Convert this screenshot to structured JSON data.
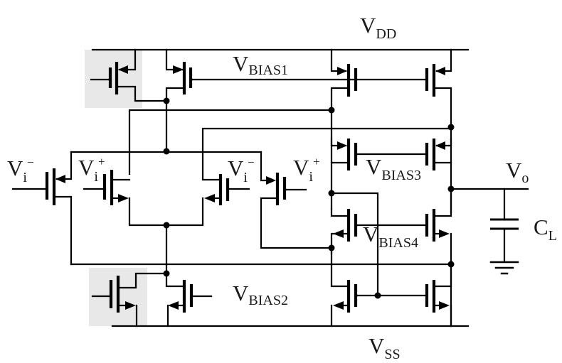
{
  "diagram": {
    "type": "circuit-schematic",
    "title": "Folded-cascode op-amp with complementary input pairs",
    "colors": {
      "line": "#000000",
      "shade": "#e8e8e8",
      "background": "#ffffff"
    },
    "labels": {
      "vdd": {
        "main": "V",
        "sub": "DD"
      },
      "vss": {
        "main": "V",
        "sub": "SS"
      },
      "vbias1": {
        "main": "V",
        "sub": "BIAS1"
      },
      "vbias2": {
        "main": "V",
        "sub": "BIAS2"
      },
      "vbias3": {
        "main": "V",
        "sub": "BIAS3"
      },
      "vbias4": {
        "main": "V",
        "sub": "BIAS4"
      },
      "vin_minus_left": {
        "main": "V",
        "sub": "i",
        "sup": "−"
      },
      "vin_plus_left": {
        "main": "V",
        "sub": "i",
        "sup": "+"
      },
      "vin_minus_right": {
        "main": "V",
        "sub": "i",
        "sup": "−"
      },
      "vin_plus_right": {
        "main": "V",
        "sub": "i",
        "sup": "+"
      },
      "vout": {
        "main": "V",
        "sub": "o"
      },
      "cload": {
        "main": "C",
        "sub": "L"
      }
    },
    "components": [
      {
        "id": "M-bias-top-shaded",
        "kind": "pmos",
        "highlighted": true
      },
      {
        "id": "M-tail-top",
        "kind": "pmos",
        "gate": "VBIAS1"
      },
      {
        "id": "M-load-top-left",
        "kind": "pmos",
        "gate": "VBIAS1"
      },
      {
        "id": "M-load-top-right",
        "kind": "pmos",
        "gate": "VBIAS1"
      },
      {
        "id": "M-casc-p-left",
        "kind": "pmos",
        "gate": "VBIAS3"
      },
      {
        "id": "M-casc-p-right",
        "kind": "pmos",
        "gate": "VBIAS3"
      },
      {
        "id": "M-in-p-left",
        "kind": "pmos",
        "gate": "Vi-"
      },
      {
        "id": "M-in-n-left",
        "kind": "nmos",
        "gate": "Vi+"
      },
      {
        "id": "M-in-n-right",
        "kind": "nmos",
        "gate": "Vi-"
      },
      {
        "id": "M-in-p-right",
        "kind": "pmos",
        "gate": "Vi+"
      },
      {
        "id": "M-casc-n-left",
        "kind": "nmos",
        "gate": "VBIAS4"
      },
      {
        "id": "M-casc-n-right",
        "kind": "nmos",
        "gate": "VBIAS4"
      },
      {
        "id": "M-bias-bot-shaded",
        "kind": "nmos",
        "highlighted": true
      },
      {
        "id": "M-tail-bot",
        "kind": "nmos",
        "gate": "VBIAS2"
      },
      {
        "id": "M-load-bot-left",
        "kind": "nmos"
      },
      {
        "id": "M-load-bot-right",
        "kind": "nmos"
      },
      {
        "id": "CL",
        "kind": "capacitor"
      },
      {
        "id": "GND",
        "kind": "ground"
      }
    ]
  }
}
